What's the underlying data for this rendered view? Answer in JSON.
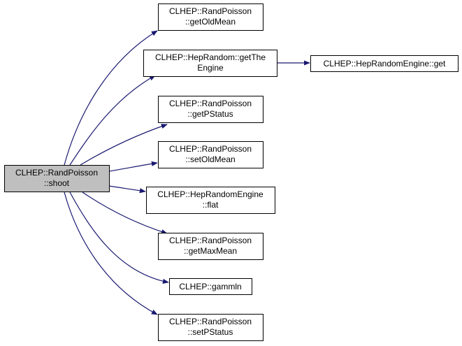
{
  "colors": {
    "edge": "#191970",
    "root_fill": "#bfbfbf",
    "node_fill": "#ffffff",
    "border": "#000000",
    "text": "#000000"
  },
  "nodes": {
    "shoot": {
      "line1": "CLHEP::RandPoisson",
      "line2": "::shoot"
    },
    "getOldMean": {
      "line1": "CLHEP::RandPoisson",
      "line2": "::getOldMean"
    },
    "getTheEngine": {
      "line1": "CLHEP::HepRandom::getThe",
      "line2": "Engine"
    },
    "engineGet": {
      "line1": "CLHEP::HepRandomEngine::get"
    },
    "getPStatus": {
      "line1": "CLHEP::RandPoisson",
      "line2": "::getPStatus"
    },
    "setOldMean": {
      "line1": "CLHEP::RandPoisson",
      "line2": "::setOldMean"
    },
    "flat": {
      "line1": "CLHEP::HepRandomEngine",
      "line2": "::flat"
    },
    "getMaxMean": {
      "line1": "CLHEP::RandPoisson",
      "line2": "::getMaxMean"
    },
    "gammln": {
      "line1": "CLHEP::gammln"
    },
    "setPStatus": {
      "line1": "CLHEP::RandPoisson",
      "line2": "::setPStatus"
    }
  }
}
